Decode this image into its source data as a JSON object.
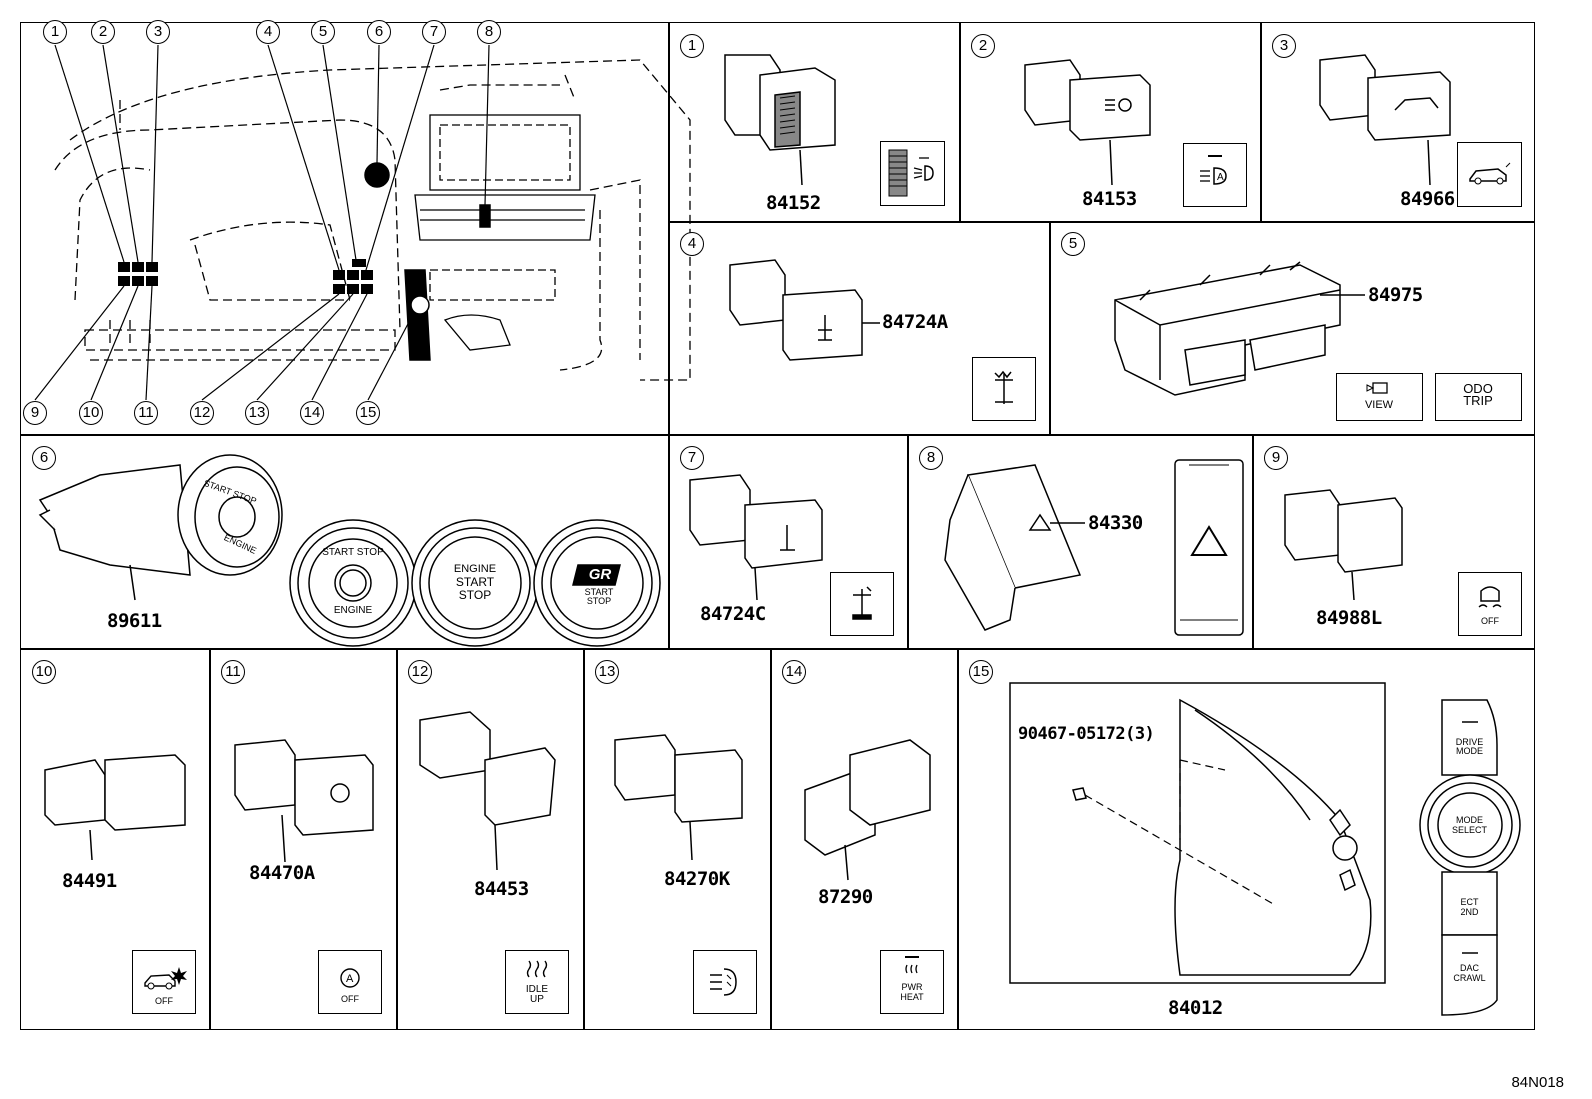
{
  "diagram_code": "84N018",
  "callouts": [
    "1",
    "2",
    "3",
    "4",
    "5",
    "6",
    "7",
    "8",
    "9",
    "10",
    "11",
    "12",
    "13",
    "14",
    "15"
  ],
  "parts": {
    "p1": "84152",
    "p2": "84153",
    "p3": "84966",
    "p4": "84724A",
    "p5": "84975",
    "p6": "89611",
    "p7": "84724C",
    "p8": "84330",
    "p9": "84988L",
    "p10": "84491",
    "p11": "84470A",
    "p12": "84453",
    "p13": "84270K",
    "p14": "87290",
    "p15": "84012",
    "p15_bolt": "90467-05172(3)"
  },
  "labels": {
    "view": "VIEW",
    "odo": "ODO",
    "trip": "TRIP",
    "start_stop": "START STOP",
    "engine": "ENGINE",
    "start": "START",
    "stop": "STOP",
    "gr": "GR",
    "off": "OFF",
    "idle": "IDLE",
    "up": "UP",
    "pwr": "PWR",
    "heat": "HEAT",
    "drive": "DRIVE",
    "mode": "MODE",
    "select": "SELECT",
    "ect": "ECT",
    "second": "2ND",
    "dac": "DAC",
    "crawl": "CRAWL"
  }
}
